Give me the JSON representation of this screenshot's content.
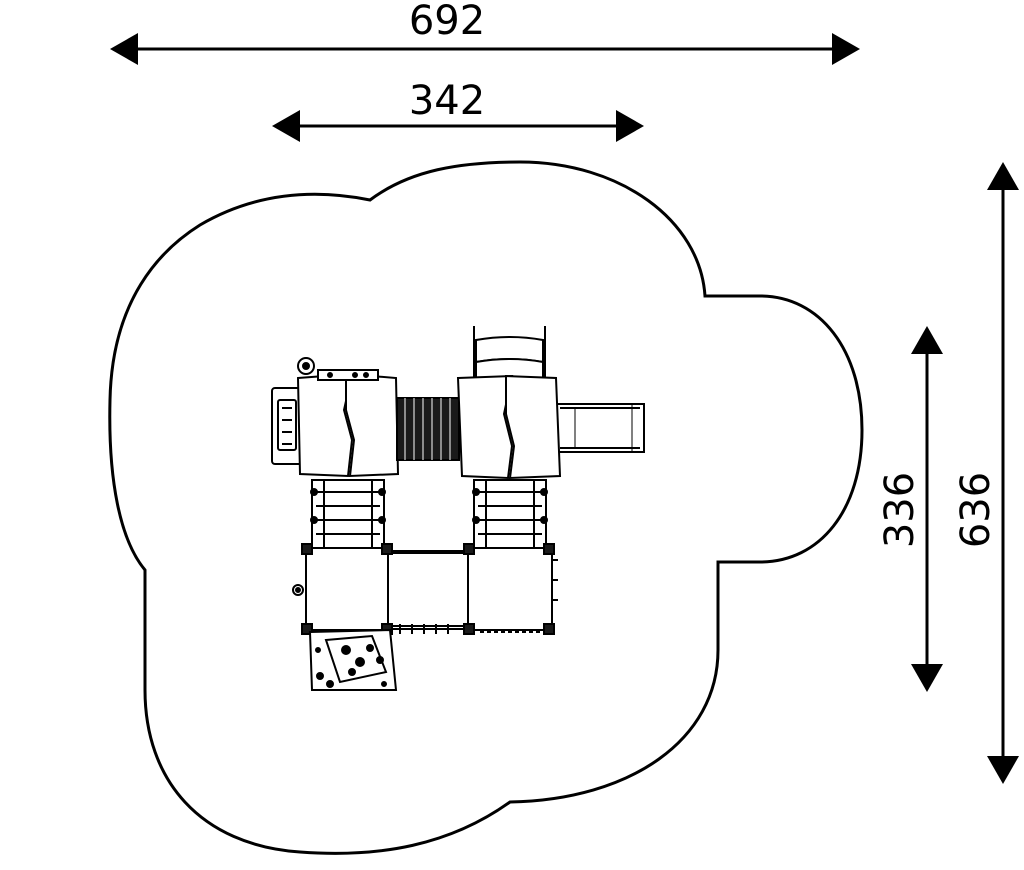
{
  "dimensions": {
    "overall_width": "692",
    "equipment_width": "342",
    "equipment_depth": "336",
    "overall_depth": "636"
  },
  "colors": {
    "line": "#000000",
    "background": "#ffffff",
    "fill_dark": "#1a1a1a",
    "fill_light": "#ffffff"
  }
}
